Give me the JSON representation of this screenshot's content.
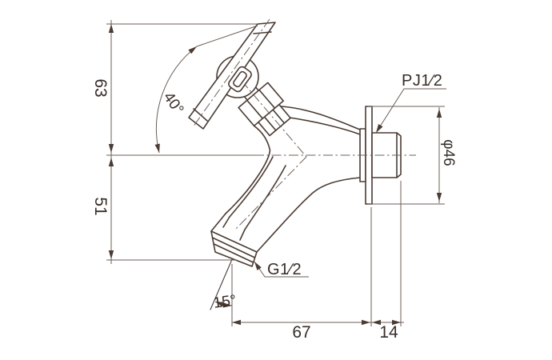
{
  "drawing": {
    "dimensions": {
      "handle_height": "63",
      "spout_drop": "51",
      "handle_angle": "40°",
      "outlet_angle": "15°",
      "wall_to_outlet": "67",
      "thread_length": "14",
      "flange_diameter": "φ46"
    },
    "threads": {
      "inlet": "PJ1∕2",
      "outlet": "G1∕2"
    },
    "colors": {
      "outline": "#4a3b33",
      "dimension": "#6b5d54",
      "background": "#ffffff"
    }
  }
}
